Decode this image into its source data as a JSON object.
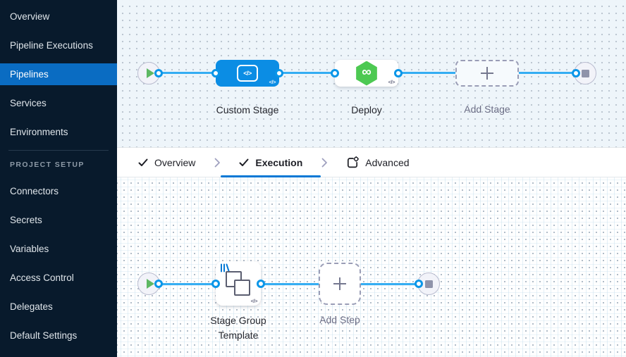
{
  "sidebar": {
    "items": [
      {
        "label": "Overview",
        "active": false
      },
      {
        "label": "Pipeline Executions",
        "active": false
      },
      {
        "label": "Pipelines",
        "active": true
      },
      {
        "label": "Services",
        "active": false
      },
      {
        "label": "Environments",
        "active": false
      }
    ],
    "section_label": "PROJECT SETUP",
    "setup_items": [
      {
        "label": "Connectors"
      },
      {
        "label": "Secrets"
      },
      {
        "label": "Variables"
      },
      {
        "label": "Access Control"
      },
      {
        "label": "Delegates"
      },
      {
        "label": "Default Settings"
      }
    ]
  },
  "pipeline_canvas": {
    "stages": [
      {
        "label": "Custom Stage",
        "type": "custom",
        "icon": "code-brackets-icon"
      },
      {
        "label": "Deploy",
        "type": "deployment",
        "icon": "cd-hexagon-icon"
      }
    ],
    "add_stage_label": "Add Stage"
  },
  "tabs": [
    {
      "label": "Overview",
      "checked": true,
      "active": false
    },
    {
      "label": "Execution",
      "checked": true,
      "active": true
    },
    {
      "label": "Advanced",
      "icon": "advanced-settings-icon",
      "active": false
    }
  ],
  "execution_canvas": {
    "steps": [
      {
        "label": "Stage Group Template",
        "icon": "stage-group-icon",
        "template_badge": true
      }
    ],
    "add_step_label": "Add Step"
  },
  "icons": {
    "code_badge": "</>",
    "infinity": "∞"
  },
  "colors": {
    "sidebar_bg": "#081a2c",
    "active_item_bg": "#0a6cc2",
    "node_blue": "#0b8de4",
    "line_blue": "#35adf2",
    "deploy_green": "#4dc952",
    "tab_underline": "#0278d5"
  }
}
